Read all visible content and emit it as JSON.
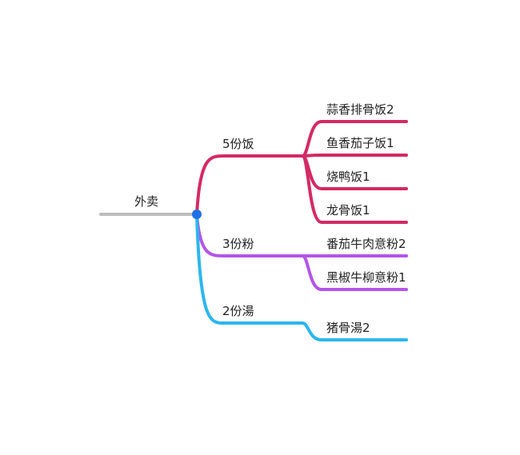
{
  "mindmap": {
    "root": {
      "label": "外卖",
      "color": "#bdbdbd",
      "node_color": "#1e6fe8"
    },
    "branches": [
      {
        "label": "5份饭",
        "color": "#d42a63",
        "children": [
          {
            "label": "蒜香排骨饭2"
          },
          {
            "label": "鱼香茄子饭1"
          },
          {
            "label": "烧鸭饭1"
          },
          {
            "label": "龙骨饭1"
          }
        ]
      },
      {
        "label": "3份粉",
        "color": "#b455e8",
        "children": [
          {
            "label": "番茄牛肉意粉2"
          },
          {
            "label": "黑椒牛柳意粉1"
          }
        ]
      },
      {
        "label": "2份湯",
        "color": "#2cb6ef",
        "children": [
          {
            "label": "猪骨湯2"
          }
        ]
      }
    ]
  }
}
